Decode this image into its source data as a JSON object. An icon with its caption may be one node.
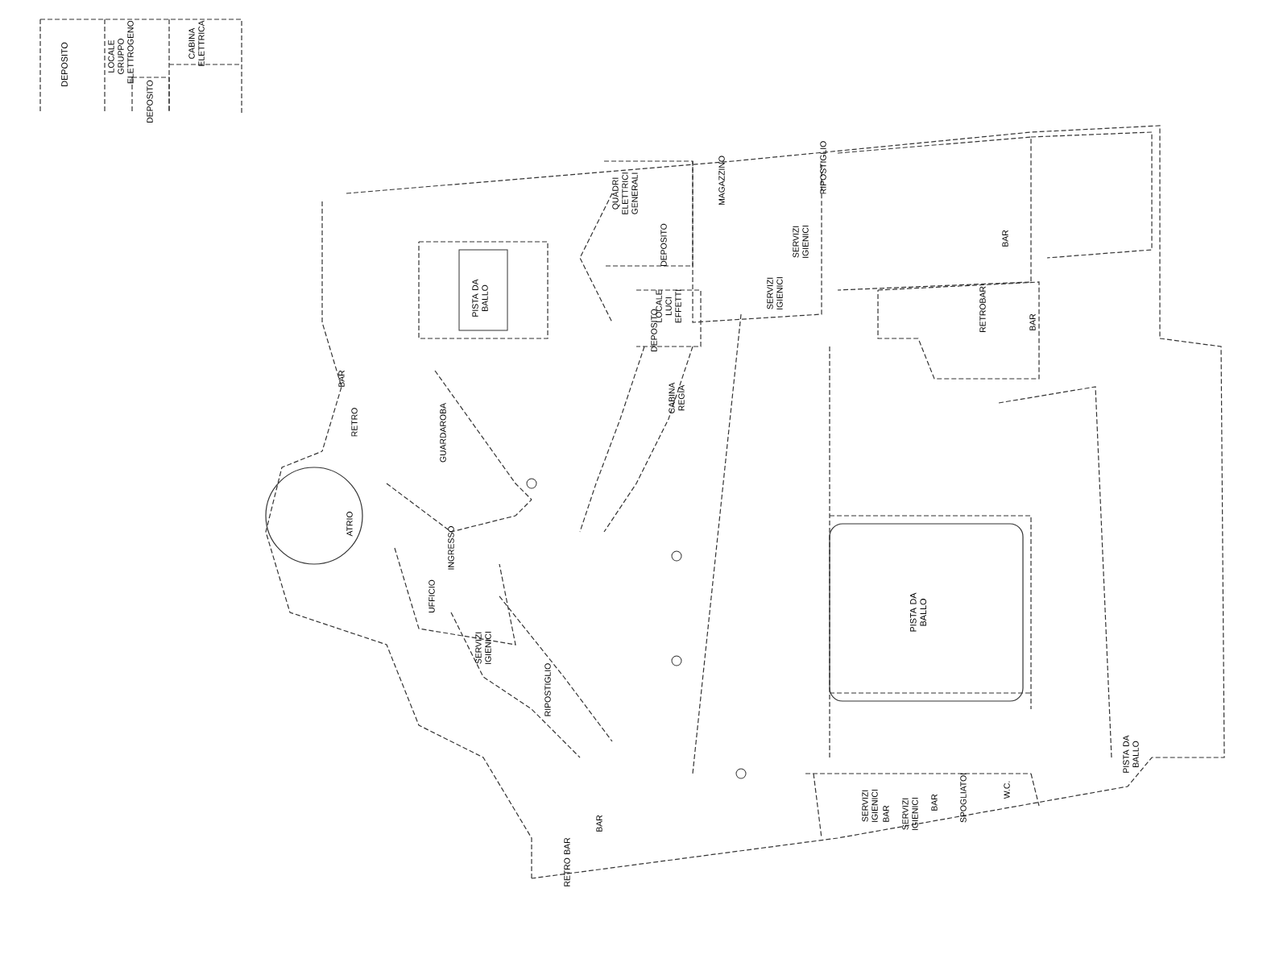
{
  "diagram": {
    "labels": [
      "DEPOSITO",
      "LOCALE GRUPPO ELETTROGENO",
      "DEPOSITO",
      "CABINA ELETTRICA",
      "QUADRI ELETTRICI GENERALI",
      "MAGAZZINO",
      "RIPOSTIGLIO",
      "PISTA DA BALLO",
      "DEPOSITO",
      "SERVIZI IGIENICI",
      "SERVIZI IGIENICI",
      "LOCALE LUCI EFFETTI",
      "DEPOSITO",
      "BAR",
      "RETROBAR",
      "BAR",
      "BAR",
      "RETRO",
      "CABINA REGIA",
      "GUARDAROBA",
      "ATRIO",
      "INGRESSO",
      "UFFICIO",
      "SERVIZI IGIENICI",
      "RIPOSTIGLIO",
      "PISTA DA BALLO",
      "RETRO BAR",
      "BAR",
      "SERVIZI IGIENICI",
      "BAR",
      "SERVIZI IGIENICI",
      "BAR",
      "SPOGLIATOI",
      "W.C.",
      "PISTA DA BALLO"
    ]
  }
}
